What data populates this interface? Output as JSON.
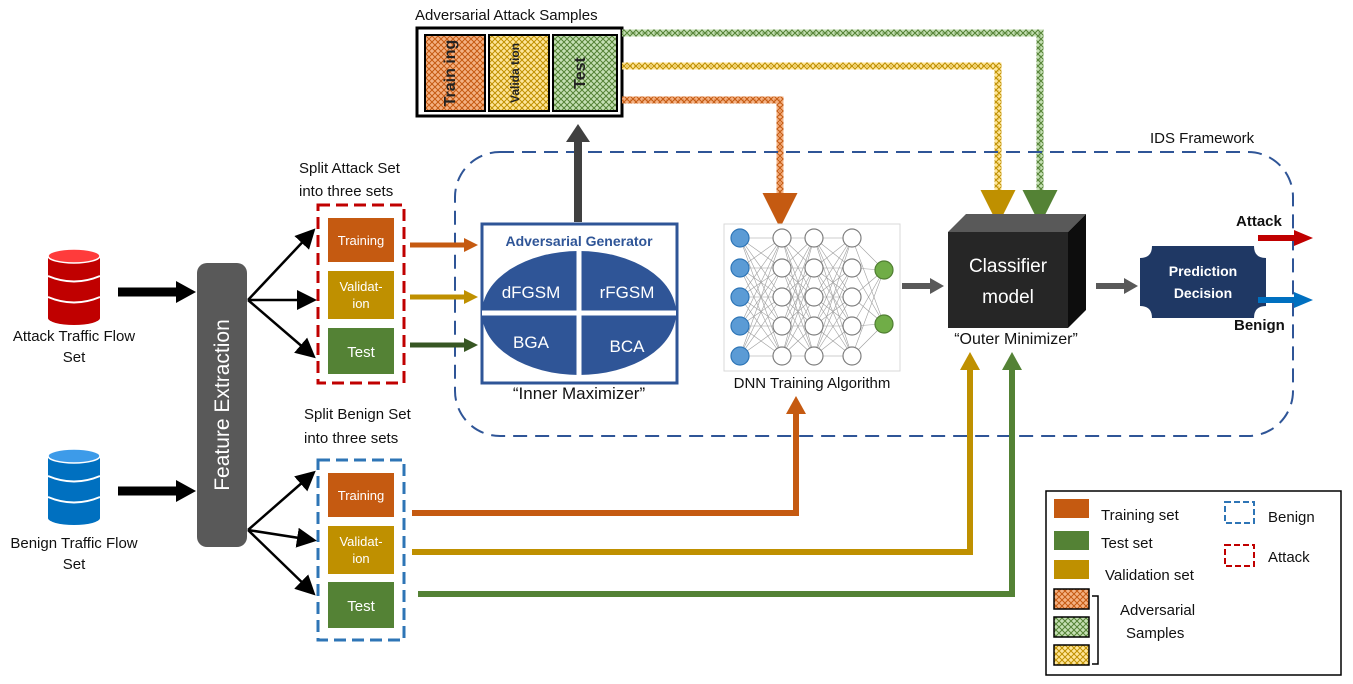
{
  "colors": {
    "training": "#c55a11",
    "validation": "#bf9000",
    "test": "#548235",
    "attack_border": "#c00000",
    "benign_border": "#2e75b6",
    "generator_blue": "#2f5597",
    "decision": "#1f3864",
    "feature": "#595959"
  },
  "adversarial_samples": {
    "title": "Adversarial Attack Samples",
    "parts": [
      "Train ing",
      "Valida tion",
      "Test"
    ]
  },
  "framework": {
    "title": "IDS Framework"
  },
  "attack_source": {
    "label_line1": "Attack Traffic Flow",
    "label_line2": "Set"
  },
  "benign_source": {
    "label_line1": "Benign Traffic Flow",
    "label_line2": "Set"
  },
  "feature_extraction": {
    "label": "Feature Extraction"
  },
  "split_attack": {
    "title_line1": "Split Attack Set",
    "title_line2": "into three sets",
    "items": [
      "Training",
      "Validat-",
      "ion",
      "Test"
    ]
  },
  "split_benign": {
    "title_line1": "Split  Benign Set",
    "title_line2": "into three sets",
    "items": [
      "Training",
      "Validat-",
      "ion",
      "Test"
    ]
  },
  "generator": {
    "title": "Adversarial Generator",
    "methods": [
      "dFGSM",
      "rFGSM",
      "BGA",
      "BCA"
    ],
    "caption": "“Inner Maximizer”"
  },
  "dnn": {
    "caption": "DNN  Training Algorithm"
  },
  "classifier": {
    "label_line1": "Classifier",
    "label_line2": "model",
    "caption": "“Outer Minimizer”"
  },
  "decision": {
    "label_line1": "Prediction",
    "label_line2": "Decision",
    "out_attack": "Attack",
    "out_benign": "Benign"
  },
  "legend": {
    "training": "Training set",
    "test": "Test set",
    "validation": "Validation set",
    "benign": "Benign",
    "attack": "Attack",
    "adversarial_line1": "Adversarial",
    "adversarial_line2": "Samples"
  }
}
